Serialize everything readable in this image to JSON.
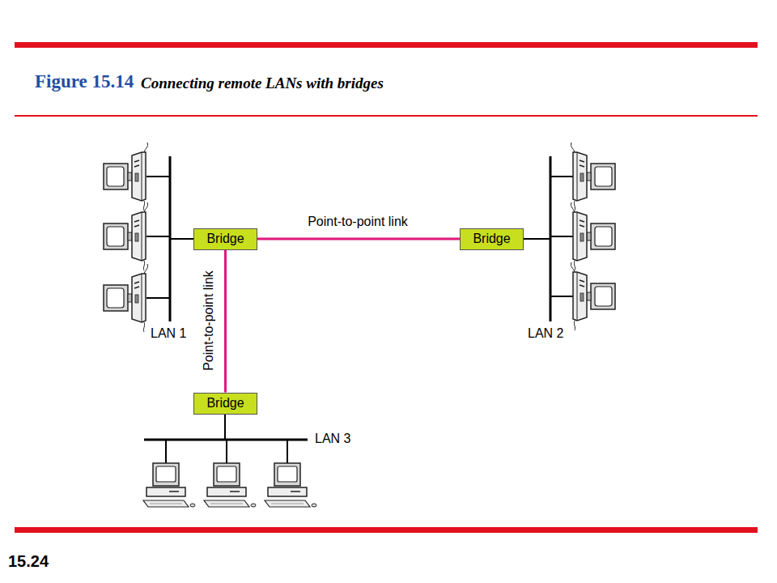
{
  "diagram": {
    "title": "Figure 15.14",
    "nodes": [
      {
        "text": [
          "Bridge"
        ]
      },
      {
        "text": [
          "Bridge"
        ]
      },
      {
        "text": [
          "Bridge"
        ]
      }
    ],
    "edges": [
      {
        "from": 0,
        "to": 1,
        "arrow": "none",
        "label": "Point-to-point link"
      },
      {
        "from": 0,
        "to": 2,
        "arrow": "none",
        "label": "Point-to-point link"
      }
    ],
    "labels": [
      "Connecting remote LANs with bridges",
      "LAN 1",
      "LAN 2",
      "LAN 3",
      "15.24"
    ]
  }
}
